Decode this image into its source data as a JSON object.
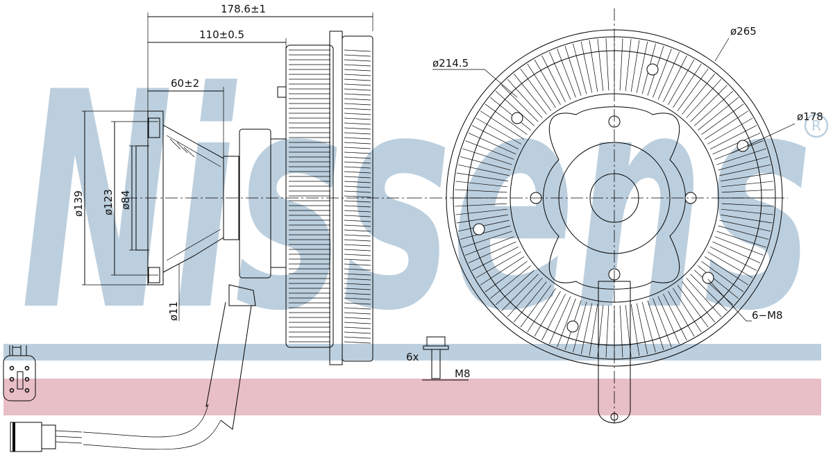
{
  "watermark": {
    "text": "Nissens",
    "registered_mark": "®",
    "color": "#bccfde"
  },
  "bands": {
    "blue": "#bccfde",
    "pink": "#e8bec7"
  },
  "dimensions": {
    "overall_length": "178.6±1",
    "length_110": "110±0.5",
    "length_60": "60±2",
    "dia_139": "ø139",
    "dia_123": "ø123",
    "dia_84": "ø84",
    "dia_11": "ø11",
    "dia_265": "ø265",
    "dia_214_5": "ø214.5",
    "dia_178": "ø178",
    "bolt_spec": "6−M8",
    "bolt_count": "6x",
    "bolt_thread": "M8"
  }
}
